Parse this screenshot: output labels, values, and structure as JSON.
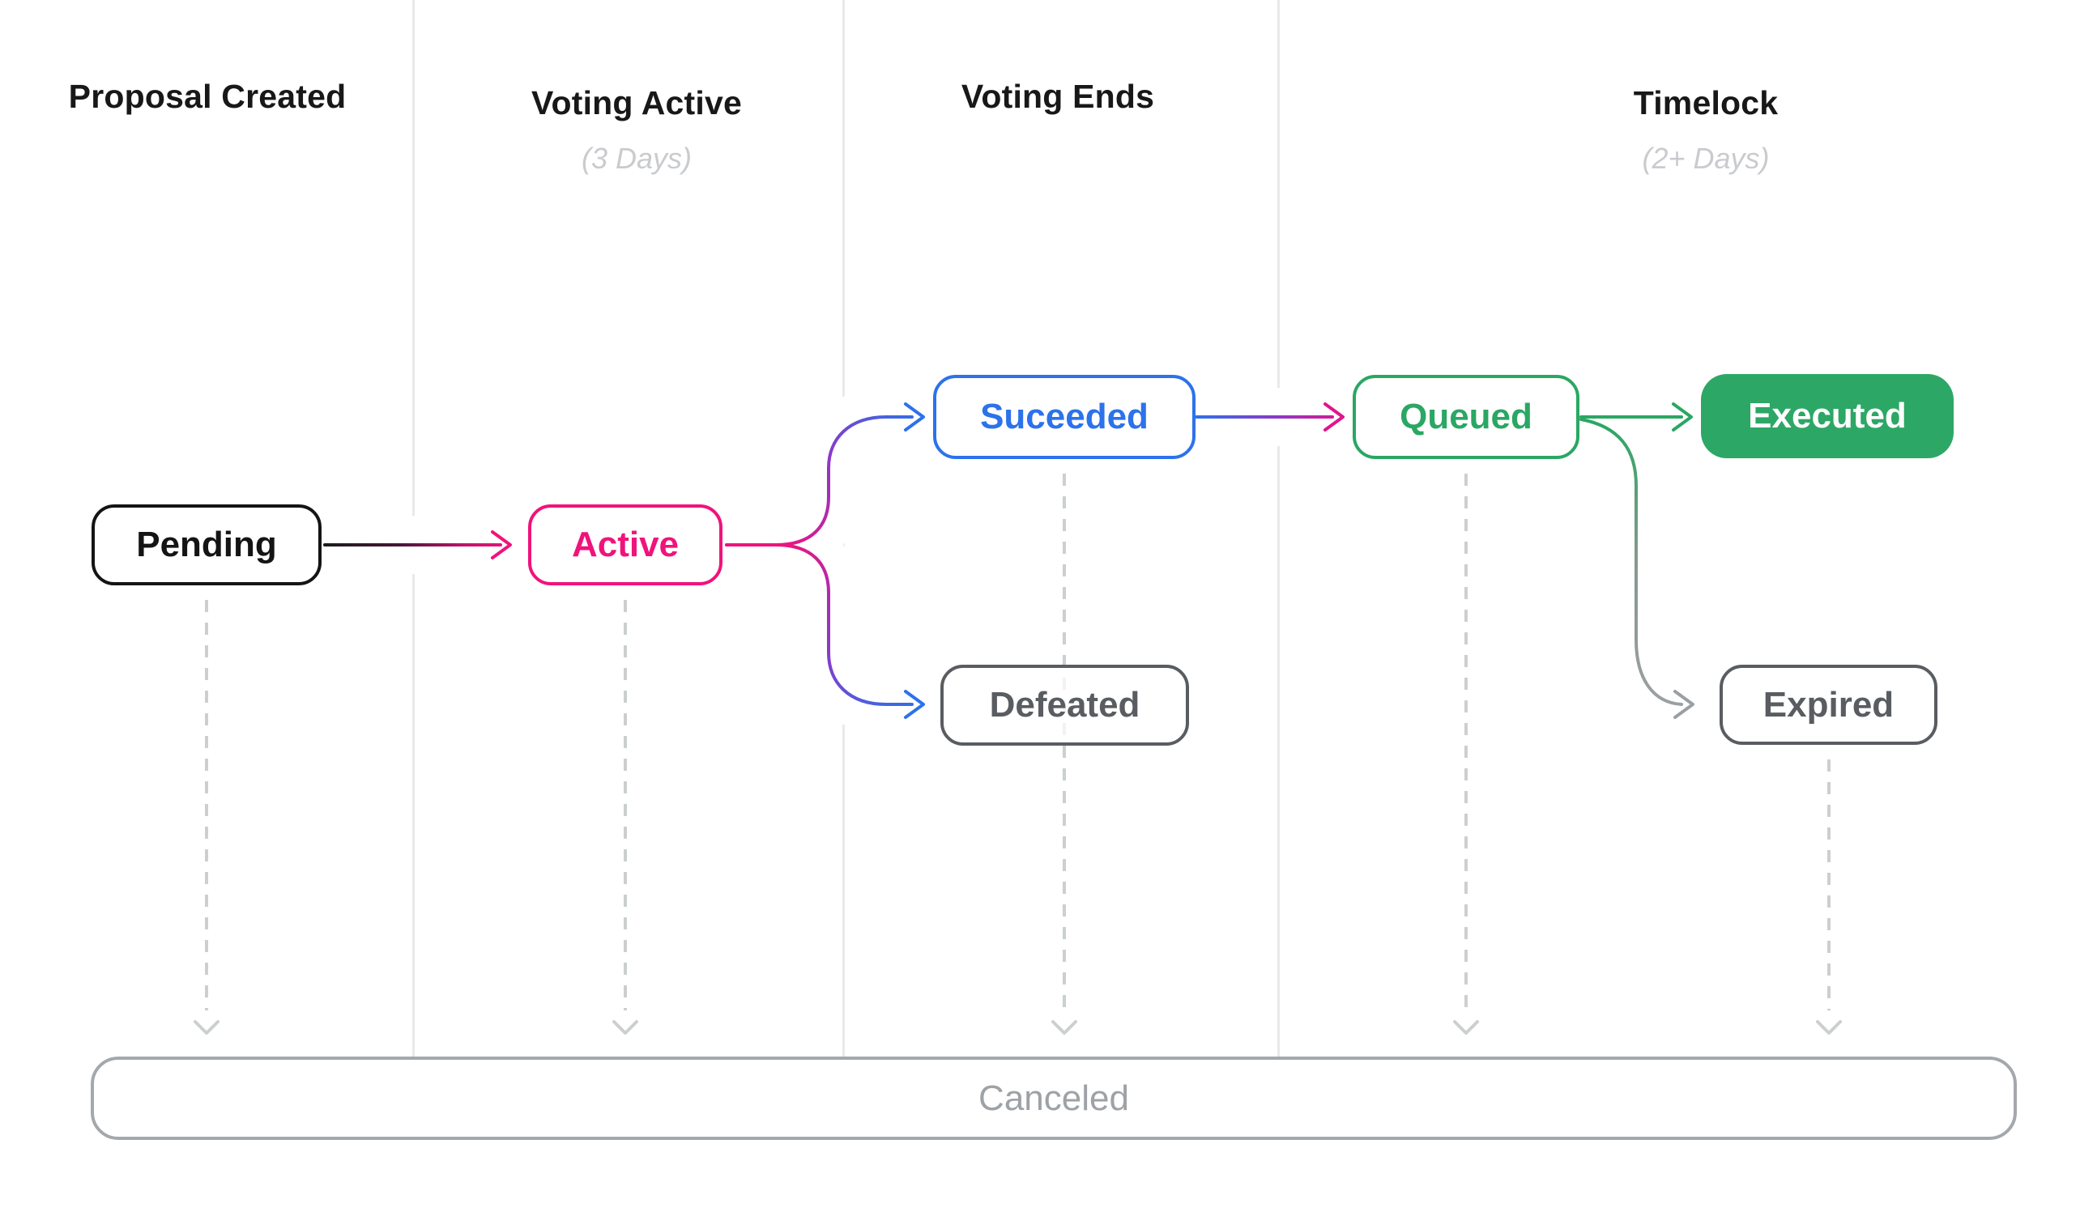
{
  "headers": {
    "proposal_created": {
      "title": "Proposal Created"
    },
    "voting_active": {
      "title": "Voting Active",
      "subtitle": "(3 Days)"
    },
    "voting_ends": {
      "title": "Voting Ends"
    },
    "timelock": {
      "title": "Timelock",
      "subtitle": "(2+ Days)"
    }
  },
  "nodes": {
    "pending": {
      "label": "Pending",
      "color": "#141414"
    },
    "active": {
      "label": "Active",
      "color": "#F0137B"
    },
    "suceeded": {
      "label": "Suceeded",
      "color": "#2C72EB"
    },
    "defeated": {
      "label": "Defeated",
      "color": "#595C60"
    },
    "queued": {
      "label": "Queued",
      "color": "#2AA763"
    },
    "executed": {
      "label": "Executed",
      "color": "#FFFFFF",
      "fill": "#2DA765"
    },
    "expired": {
      "label": "Expired",
      "color": "#595C60"
    },
    "canceled": {
      "label": "Canceled",
      "color": "#9EA2A6"
    }
  },
  "edges": [
    {
      "from": "pending",
      "to": "active",
      "style": "gradient-black-pink"
    },
    {
      "from": "active",
      "to": "suceeded",
      "style": "gradient-pink-purple-blue"
    },
    {
      "from": "active",
      "to": "defeated",
      "style": "gradient-pink-purple-blue"
    },
    {
      "from": "suceeded",
      "to": "queued",
      "style": "gradient-blue-purple-magenta"
    },
    {
      "from": "queued",
      "to": "executed",
      "style": "solid-green"
    },
    {
      "from": "queued",
      "to": "expired",
      "style": "gradient-green-gray"
    },
    {
      "from": "pending",
      "to": "canceled",
      "style": "dashed-gray"
    },
    {
      "from": "active",
      "to": "canceled",
      "style": "dashed-gray"
    },
    {
      "from": "suceeded",
      "to": "canceled",
      "style": "dashed-gray"
    },
    {
      "from": "queued",
      "to": "canceled",
      "style": "dashed-gray"
    },
    {
      "from": "expired",
      "to": "canceled",
      "style": "dashed-gray"
    }
  ],
  "colors": {
    "black": "#1B1B1B",
    "pink": "#F0137B",
    "purple": "#8C38C8",
    "blue": "#2C72EB",
    "magenta": "#E2148C",
    "green": "#2AA763",
    "gray_arrow": "#9A9FA3",
    "gray_node": "#595C60",
    "dashed_line": "#CBD0CE",
    "divider": "#E9E9EB",
    "background": "#FFFFFF"
  }
}
